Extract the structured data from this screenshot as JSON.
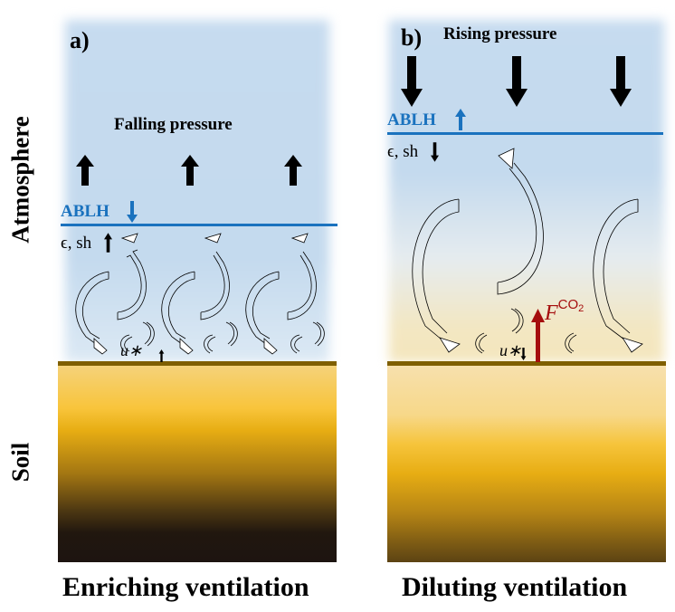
{
  "figure": {
    "y_labels": {
      "atmosphere": "Atmosphere",
      "soil": "Soil"
    },
    "colors": {
      "ablh_line": "#1a72be",
      "ground_line": "#7f5f00",
      "flux_arrow": "#a50d0d",
      "sky": "#c6dbef",
      "soil_gold": "#f8c43a",
      "soil_dark": "#1d1410"
    },
    "panels": [
      {
        "id": "a",
        "label": "a)",
        "pressure_label": "Falling pressure",
        "pressure_arrows": "up",
        "ablh_label": "ABLH",
        "ablh_change": "down",
        "eps_sh_label": "ϵ, sh",
        "eps_sh_change": "up",
        "ustar_label": "u∗",
        "ustar_change": "up",
        "caption": "Enriching ventilation"
      },
      {
        "id": "b",
        "label": "b)",
        "pressure_label": "Rising pressure",
        "pressure_arrows": "down",
        "ablh_label": "ABLH",
        "ablh_change": "up",
        "eps_sh_label": "ϵ, sh",
        "eps_sh_change": "down",
        "ustar_label": "u∗",
        "ustar_change": "down",
        "flux_label": "F",
        "flux_superscript": "CO",
        "flux_subscript": "2",
        "caption": "Diluting ventilation"
      }
    ]
  }
}
